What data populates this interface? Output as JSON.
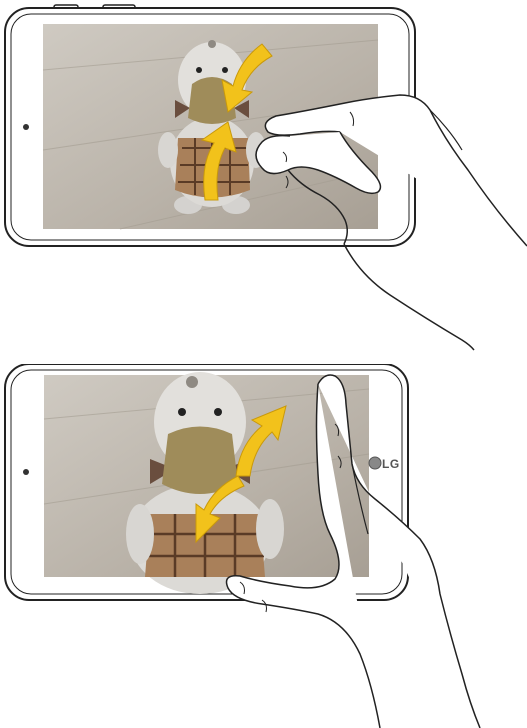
{
  "illustrations": [
    {
      "gesture": "pinch-in",
      "device_has_logo": false,
      "arrow_color": "#f2c21b"
    },
    {
      "gesture": "pinch-out",
      "device_has_logo": true,
      "arrow_color": "#f2c21b"
    }
  ],
  "device": {
    "brand_label": "LG"
  },
  "colors": {
    "outline": "#222222",
    "screen_bg": "#b8b2aa",
    "arrow": "#f2c21b",
    "arrow_stroke": "#c9990b"
  }
}
